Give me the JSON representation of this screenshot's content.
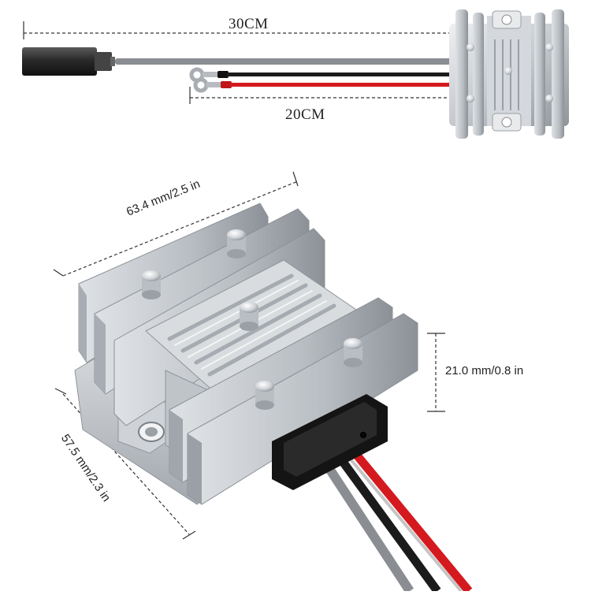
{
  "dimensions": {
    "total_cable_length": "30CM",
    "lead_length": "20CM",
    "length_label": "63.4 mm/2.5 in",
    "height_label": "21.0 mm/0.8 in",
    "width_label": "57.5 mm/2.3 in"
  },
  "colors": {
    "aluminum": "#c9cdd2",
    "aluminum_dark": "#9aa0a6",
    "cable_gray": "#8a8d92",
    "wire_red": "#d41a1f",
    "wire_black": "#1b1b1b",
    "grommet": "#141414",
    "dimension_line": "#333333"
  },
  "icons": [
    "dc-barrel-plug-icon",
    "ring-terminal-icon",
    "converter-heatsink-icon"
  ]
}
